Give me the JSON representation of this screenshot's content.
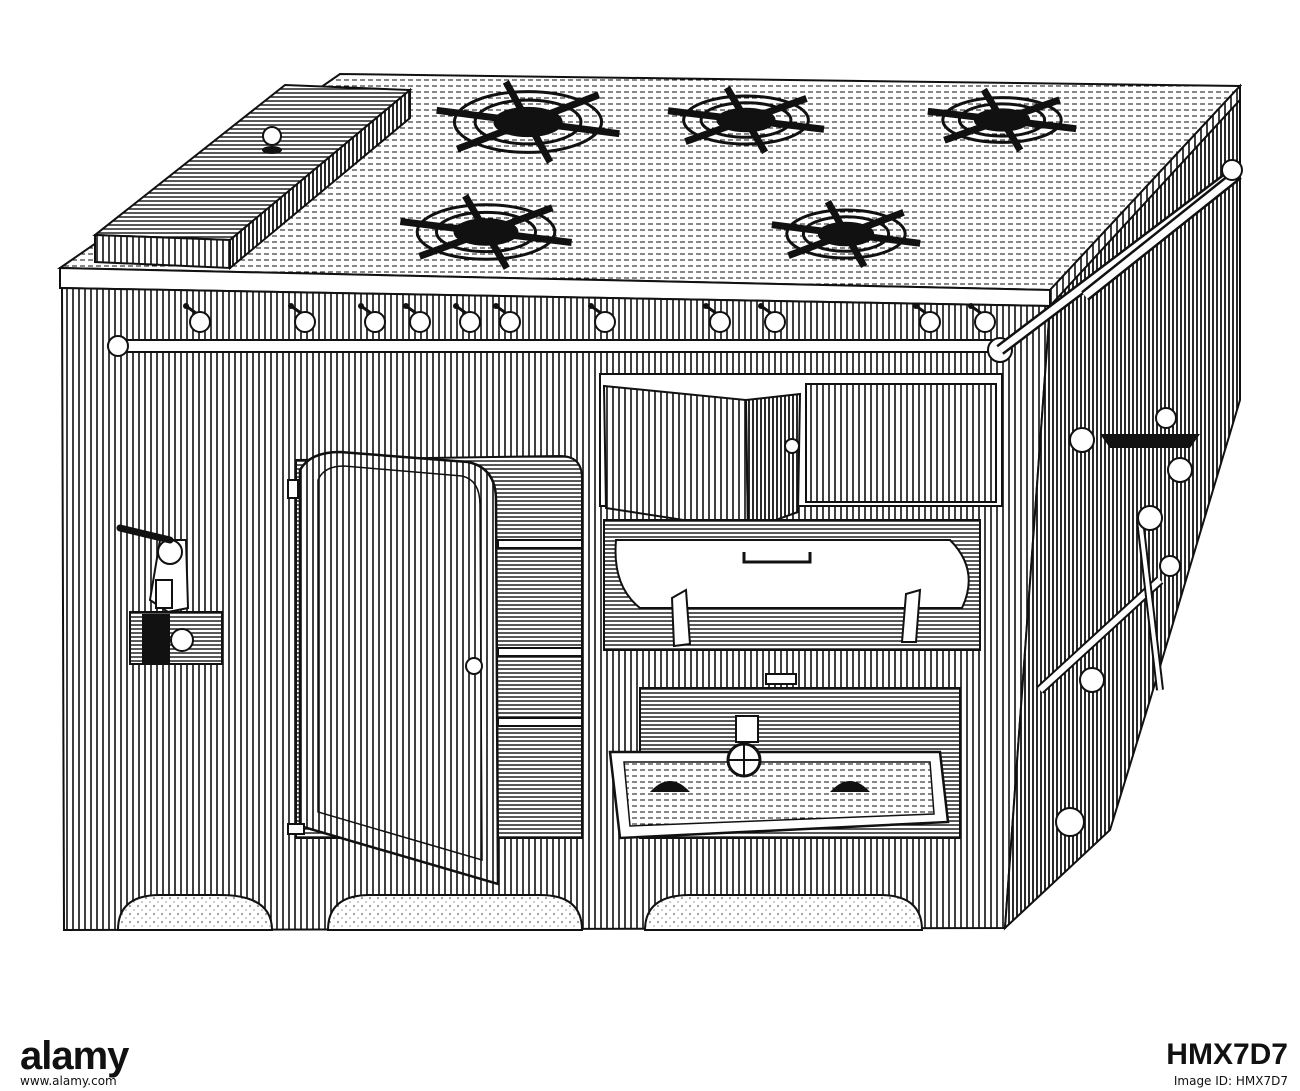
{
  "image": {
    "subject": "stove-engraving"
  },
  "watermark": {
    "brand": "alamy",
    "image_id": "HMX7D7",
    "footer_id_label": "Image ID: HMX7D7",
    "url": "www.alamy.com"
  },
  "colors": {
    "ink": "#111111",
    "paper": "#ffffff",
    "watermark_gray": "#9a9a9a"
  }
}
